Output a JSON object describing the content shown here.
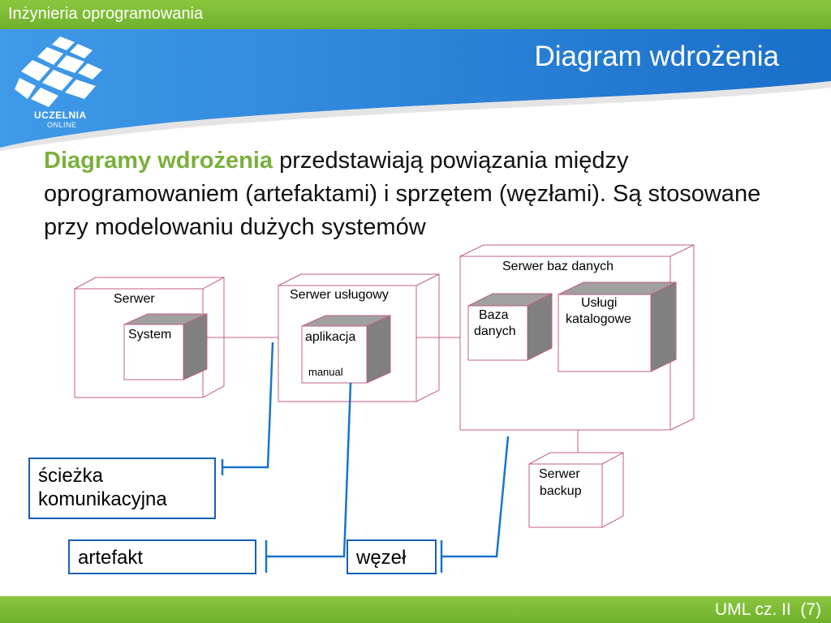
{
  "header": {
    "course": "Inżynieria oprogramowania",
    "title": "Diagram wdrożenia",
    "logo_line1": "UCZELNIA",
    "logo_line2": "ONLINE"
  },
  "intro": {
    "highlight": "Diagramy wdrożenia",
    "rest": " przedstawiają powiązania między oprogramowaniem (artefaktami) i sprzętem (węzłami). Są stosowane przy modelowaniu dużych systemów"
  },
  "diagram": {
    "node_serwer": "Serwer",
    "artifact_system": "System",
    "node_serwer_uslugowy": "Serwer usługowy",
    "artifact_aplikacja": "aplikacja",
    "artifact_manual": "manual",
    "node_serwer_baz": "Serwer baz danych",
    "artifact_baza": [
      "Baza",
      "danych"
    ],
    "artifact_uslugi": [
      "Usługi",
      "katalogowe"
    ],
    "node_backup": [
      "Serwer",
      "backup"
    ]
  },
  "callouts": {
    "sciezka": [
      "ścieżka",
      "komunikacyjna"
    ],
    "artefakt": "artefakt",
    "wezel": "węzeł"
  },
  "footer": {
    "text": "UML cz. II  (7)"
  },
  "colors": {
    "green": "#7ab03a",
    "blue": "#1a73c9",
    "node_border": "#c06080",
    "callout_blue": "#1a5fb4"
  }
}
